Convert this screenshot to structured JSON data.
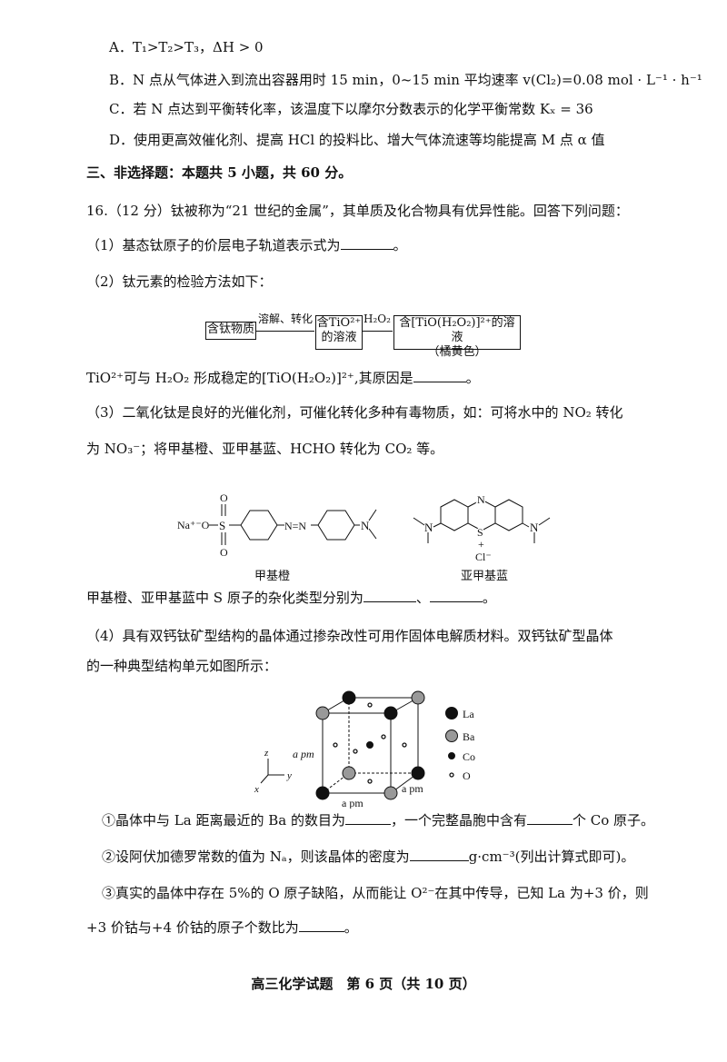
{
  "options": {
    "A": "A．T₁>T₂>T₃，ΔH > 0",
    "B": "B．N 点从气体进入到流出容器用时 15 min，0~15 min 平均速率 v(Cl₂)=0.08 mol · L⁻¹ · h⁻¹",
    "C": "C．若 N 点达到平衡转化率，该温度下以摩尔分数表示的化学平衡常数 Kₓ = 36",
    "D": "D．使用更高效催化剂、提高 HCl 的投料比、增大气体流速等均能提高 M 点 α 值"
  },
  "section_title": "三、非选择题：本题共 5 小题，共 60 分。",
  "q16": {
    "stem": "16.（12 分）钛被称为“21 世纪的金属”，其单质及化合物具有优异性能。回答下列问题：",
    "p1": "（1）基态钛原子的价层电子轨道表示式为",
    "p1_end": "。",
    "p2": "（2）钛元素的检验方法如下：",
    "flow": {
      "box1": "含钛物质",
      "arrow1": "溶解、转化",
      "box2_line1": "含TiO²⁺",
      "box2_line2": "的溶液",
      "arrow2": "H₂O₂",
      "box3_line1": "含[TiO(H₂O₂)]²⁺的溶液",
      "box3_line2": "（橘黄色）"
    },
    "p2_reason": "TiO²⁺可与 H₂O₂ 形成稳定的[TiO(H₂O₂)]²⁺,其原因是",
    "p2_reason_end": "。",
    "p3_line1": "（3）二氧化钛是良好的光催化剂，可催化转化多种有毒物质，如：可将水中的 NO₂ 转化",
    "p3_line2": "为 NO₃⁻；将甲基橙、亚甲基蓝、HCHO 转化为 CO₂ 等。",
    "molecule1": {
      "name": "甲基橙",
      "na": "Na⁺⁻O",
      "s": "S",
      "o_top": "O",
      "o_bottom": "O",
      "azo": "N=N",
      "n": "N"
    },
    "molecule2": {
      "name": "亚甲基蓝",
      "n_top": "N",
      "s": "S",
      "plus": "+",
      "cl": "Cl⁻",
      "n_left": "N",
      "n_right": "N"
    },
    "p3_q": "甲基橙、亚甲基蓝中 S 原子的杂化类型分别为",
    "p3_sep": "、",
    "p3_end": "。",
    "p4_line1": "（4）具有双钙钛矿型结构的晶体通过掺杂改性可用作固体电解质材料。双钙钛矿型晶体",
    "p4_line2": "的一种典型结构单元如图所示：",
    "cell": {
      "edge_left": "a pm",
      "edge_bottom": "a pm",
      "edge_right": "a pm",
      "axis_z": "z",
      "axis_y": "y",
      "axis_x": "x",
      "legend": [
        "La",
        "Ba",
        "Co",
        "O"
      ]
    },
    "s1_a": "①晶体中与 La 距离最近的 Ba 的数目为",
    "s1_b": "，一个完整晶胞中含有",
    "s1_c": "个 Co 原子。",
    "s2_a": "②设阿伏加德罗常数的值为 Nₐ，则该晶体的密度为",
    "s2_b": "g·cm⁻³(列出计算式即可)。",
    "s3_line1": "③真实的晶体中存在 5%的 O 原子缺陷，从而能让 O²⁻在其中传导，已知 La 为+3 价，则",
    "s3_line2": "+3 价钴与+4 价钴的原子个数比为",
    "s3_end": "。"
  },
  "footer": "高三化学试题　第 6 页（共 10 页）"
}
